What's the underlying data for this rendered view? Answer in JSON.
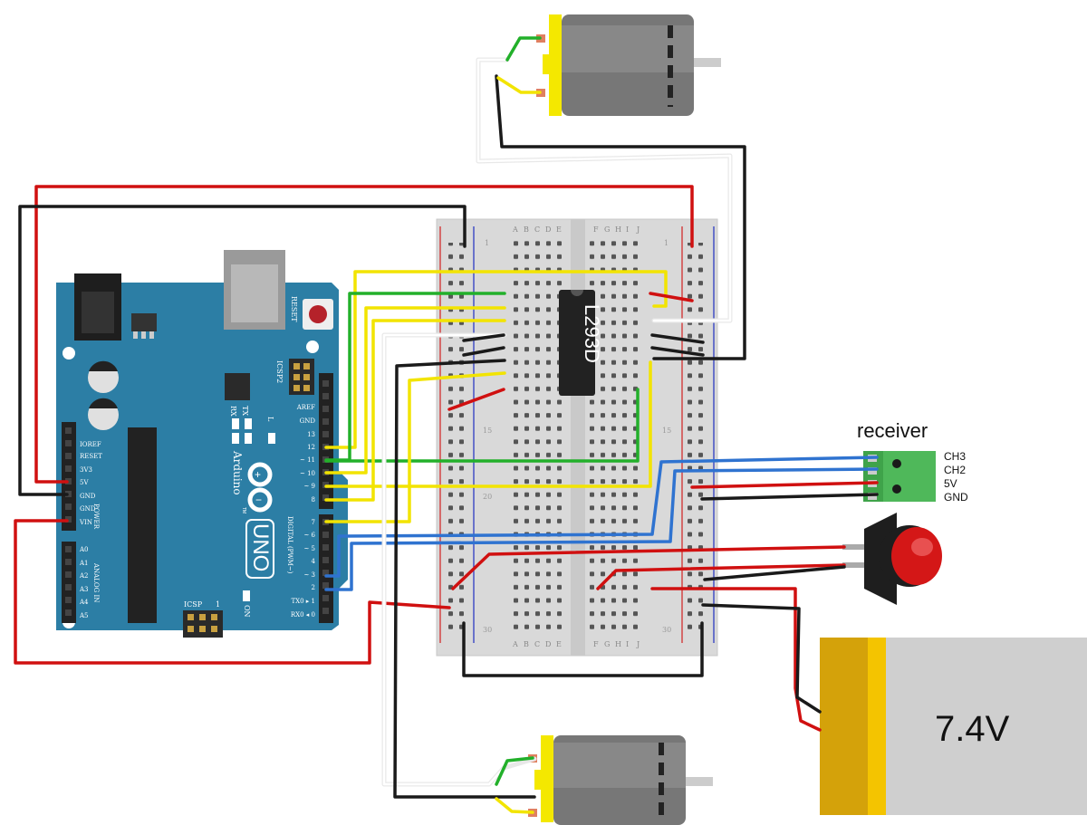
{
  "arduino": {
    "brand": "Arduino",
    "model": "UNO",
    "tm": "TM",
    "reset_label": "RESET",
    "icsp2_label": "ICSP2",
    "icsp_label": "ICSP",
    "icsp_pin1": "1",
    "aref_label": "AREF",
    "gnd_label": "GND",
    "digital_label": "DIGITAL (PWM~)",
    "power_label": "POWER",
    "analog_label": "ANALOG IN",
    "tx_label": "TX",
    "rx_label": "RX",
    "l_label": "L",
    "on_label": "ON",
    "power_pins": [
      "IOREF",
      "RESET",
      "3V3",
      "5V",
      "GND",
      "GND",
      "VIN"
    ],
    "analog_pins": [
      "A0",
      "A1",
      "A2",
      "A3",
      "A4",
      "A5"
    ],
    "digital_pins_top": [
      "13",
      "12",
      "~ 11",
      "~ 10",
      "~ 9",
      "8"
    ],
    "digital_pins_bottom": [
      "7",
      "~ 6",
      "~ 5",
      "4",
      "~ 3",
      "2",
      "TX0 ▸ 1",
      "RX0 ◂ 0"
    ]
  },
  "breadboard": {
    "columns_left": [
      "A",
      "B",
      "C",
      "D",
      "E"
    ],
    "columns_right": [
      "F",
      "G",
      "H",
      "I",
      "J"
    ],
    "row_numbers": [
      "1",
      "15",
      "20",
      "30"
    ]
  },
  "chip": {
    "label": "L293D"
  },
  "receiver": {
    "title": "receiver",
    "pins": [
      "CH3",
      "CH2",
      "5V",
      "GND"
    ]
  },
  "battery": {
    "label": "7.4V"
  },
  "colors": {
    "board": "#2c7ea5",
    "wire_red": "#d01010",
    "wire_black": "#1a1a1a",
    "wire_green": "#22b02a",
    "wire_yellow": "#f2e400",
    "wire_blue": "#2f73d0",
    "wire_white": "#e8e8e8",
    "chip": "#222222",
    "button": "#d41717",
    "battery_gold": "#d4a20a"
  }
}
